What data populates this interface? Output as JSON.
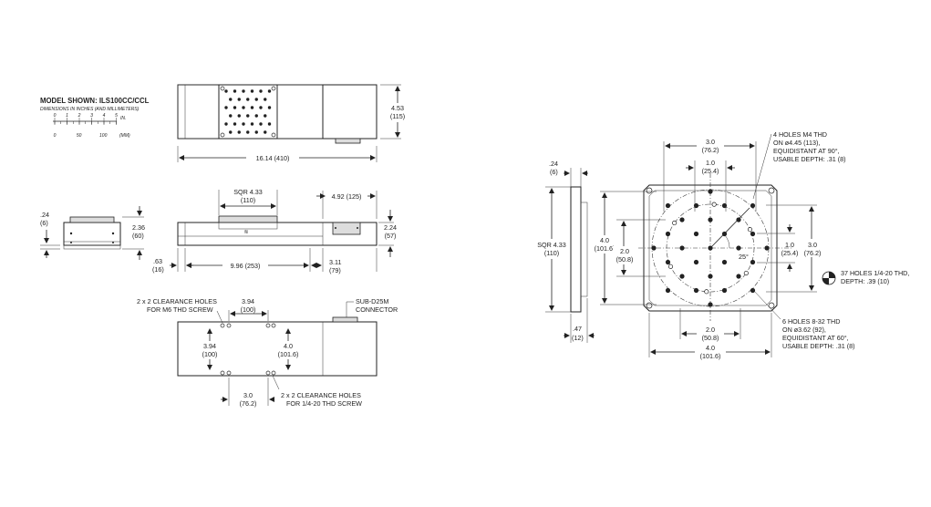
{
  "header": {
    "model_title": "MODEL SHOWN: ILS100CC/CCL",
    "dims_note": "DIMENSIONS IN INCHES (AND MILLIMETERS)",
    "scale_in_ticks": [
      "0",
      "1",
      "2",
      "3",
      "4",
      "5"
    ],
    "scale_in_unit": "IN.",
    "scale_mm_ticks": [
      "0",
      "50",
      "100"
    ],
    "scale_mm_unit": "(MM)"
  },
  "top_view": {
    "length": "16.14 (410)",
    "width_in": "4.53",
    "width_mm": "(115)"
  },
  "side_view": {
    "sqr": "SQR 4.33",
    "sqr_mm": "(110)",
    "right": "4.92 (125)",
    "height_in": "2.24",
    "height_mm": "(57)",
    "travel": "9.96 (253)",
    "conn_in": "3.11",
    "conn_mm": "(79)",
    "offset_in": ".63",
    "offset_mm": "(16)"
  },
  "end_view": {
    "base_in": ".24",
    "base_mm": "(6)",
    "height_in": "2.36",
    "height_mm": "(60)"
  },
  "bottom_view": {
    "m6_line1": "2 x 2 CLEARANCE HOLES",
    "m6_line2": "FOR M6 THD SCREW",
    "spacing_top_in": "3.94",
    "spacing_top_mm": "(100)",
    "connector_line1": "SUB-D25M",
    "connector_line2": "CONNECTOR",
    "left_in": "3.94",
    "left_mm": "(100)",
    "right_in": "4.0",
    "right_mm": "(101.6)",
    "bottom_in": "3.0",
    "bottom_mm": "(76.2)",
    "q_line1": "2 x 2 CLEARANCE HOLES",
    "q_line2": "FOR 1/4-20 THD SCREW"
  },
  "platform_side": {
    "top_in": ".24",
    "top_mm": "(6)",
    "sqr": "SQR 4.33",
    "sqr_mm": "(110)",
    "bottom_in": ".47",
    "bottom_mm": "(12)"
  },
  "platform_top": {
    "top_in": "3.0",
    "top_mm": "(76.2)",
    "inner_in": "1.0",
    "inner_mm": "(25.4)",
    "left_outer_in": "4.0",
    "left_outer_mm": "(101.6)",
    "left_inner_in": "2.0",
    "left_inner_mm": "(50.8)",
    "right_inner_in": "1.0",
    "right_inner_mm": "(25.4)",
    "right_outer_in": "3.0",
    "right_outer_mm": "(76.2)",
    "angle": "25°",
    "bottom_inner_in": "2.0",
    "bottom_inner_mm": "(50.8)",
    "bottom_outer_in": "4.0",
    "bottom_outer_mm": "(101.6)",
    "m4_line1": "4 HOLES M4 THD",
    "m4_line2": "ON ø4.45 (113),",
    "m4_line3": "EQUIDISTANT AT 90°,",
    "m4_line4": "USABLE DEPTH: .31 (8)",
    "q_line1": "37 HOLES 1/4-20 THD,",
    "q_line2": "DEPTH: .39 (10)",
    "s832_line1": "6 HOLES 8-32 THD",
    "s832_line2": "ON ø3.62 (92),",
    "s832_line3": "EQUIDISTANT AT 60°,",
    "s832_line4": "USABLE DEPTH: .31 (8)"
  }
}
